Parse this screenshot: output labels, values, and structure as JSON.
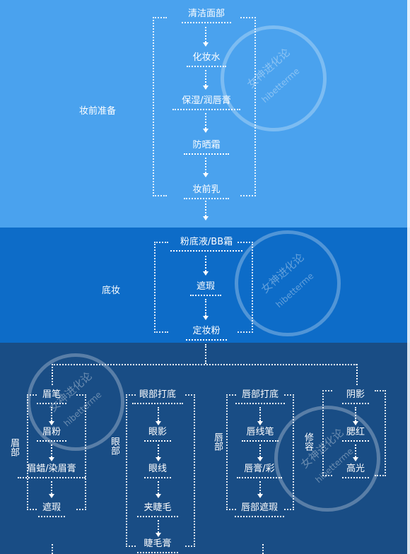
{
  "prep": {
    "label": "妆前准备",
    "steps": [
      "清洁面部",
      "化妆水",
      "保湿/润唇膏",
      "防晒霜",
      "妆前乳"
    ]
  },
  "base": {
    "label": "底妆",
    "steps": [
      "粉底液/BB霜",
      "遮瑕",
      "定妆粉"
    ]
  },
  "brow": {
    "label": "眉部",
    "steps": [
      "眉笔",
      "眉粉",
      "眉蜡/染眉膏",
      "遮瑕"
    ]
  },
  "eye": {
    "label": "眼部",
    "steps": [
      "眼部打底",
      "眼影",
      "眼线",
      "夹睫毛",
      "睫毛膏"
    ]
  },
  "lip": {
    "label": "唇部",
    "steps": [
      "唇部打底",
      "唇线笔",
      "唇膏/彩",
      "唇部遮瑕"
    ]
  },
  "face": {
    "label": "修容",
    "steps": [
      "阴影",
      "腮红",
      "高光"
    ]
  },
  "watermark": {
    "line1": "女神进化论",
    "line2": "hibetterme"
  }
}
